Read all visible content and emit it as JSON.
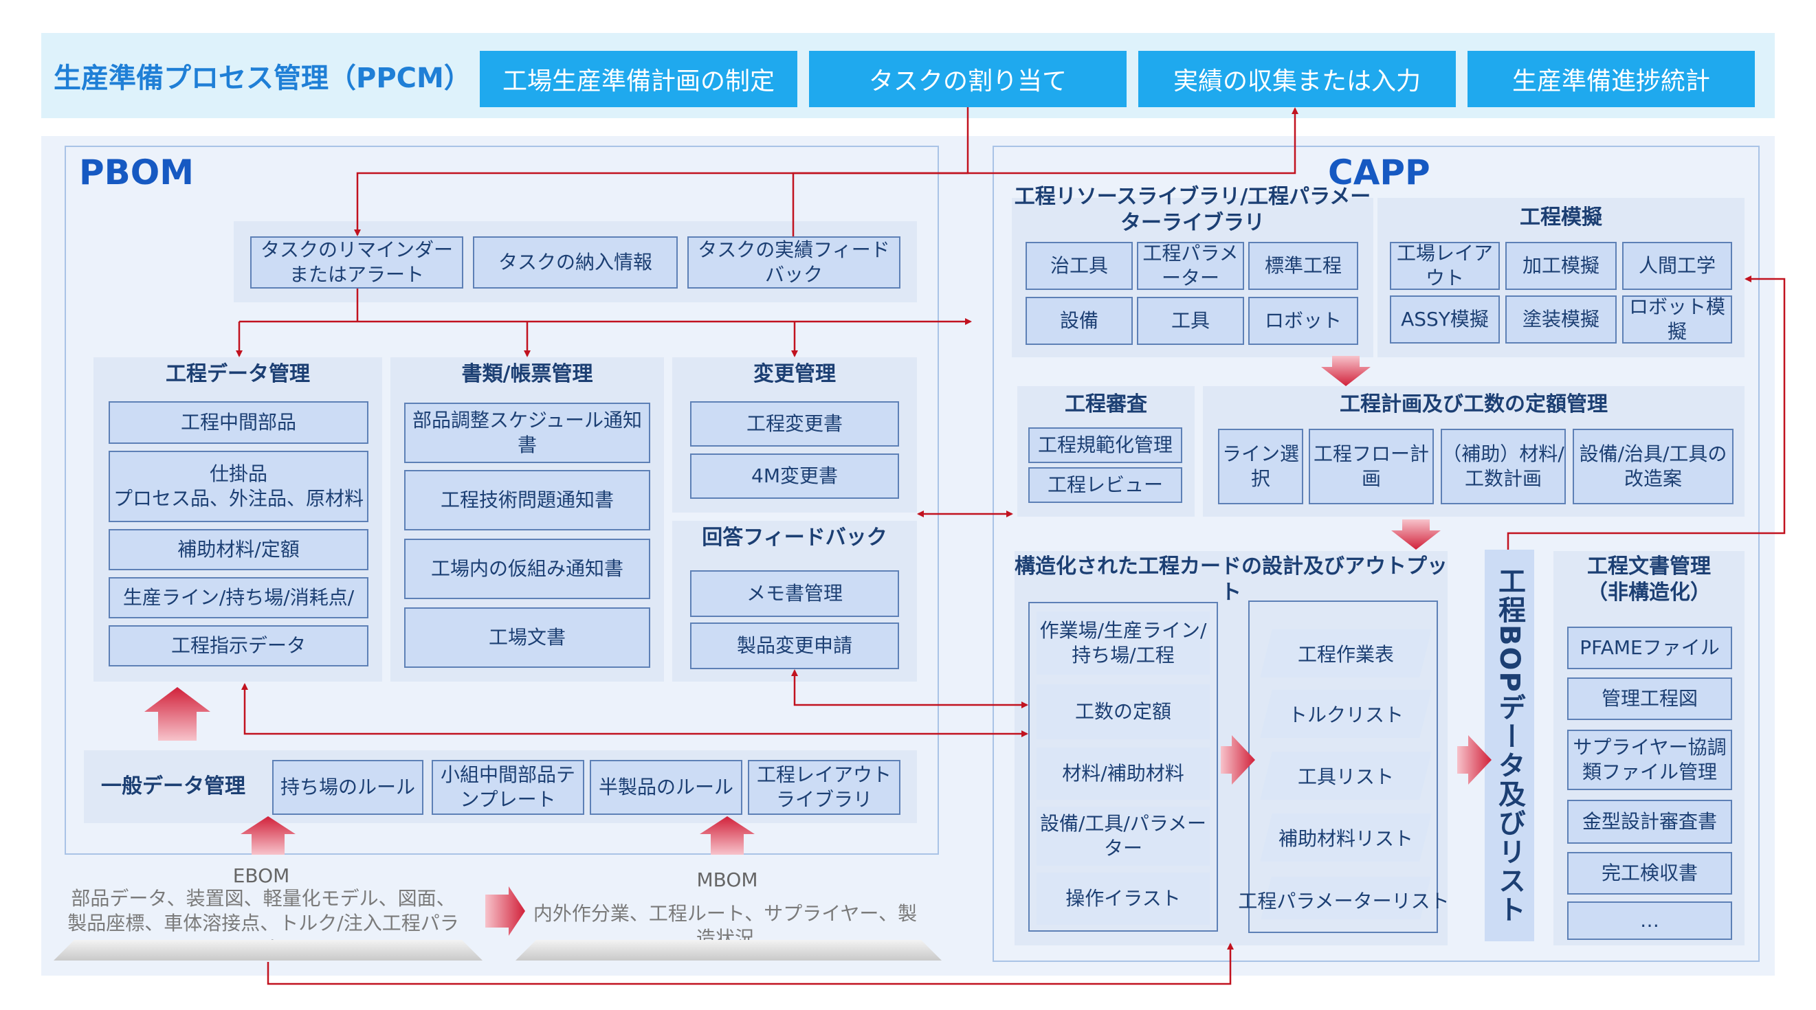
{
  "ppcm": {
    "title": "生産準備プロセス管理（PPCM）",
    "buttons": [
      "工場生産準備計画の制定",
      "タスクの割り当て",
      "実績の収集または入力",
      "生産準備進捗統計"
    ]
  },
  "pbom": {
    "title": "PBOM",
    "tasks": [
      "タスクのリマインダーまたはアラート",
      "タスクの納入情報",
      "タスクの実績フィードバック"
    ],
    "process_data": {
      "title": "工程データ管理",
      "items": [
        "工程中間部品",
        "仕掛品\nプロセス品、外注品、原材料",
        "補助材料/定額",
        "生産ライン/持ち場/消耗点/",
        "工程指示データ"
      ]
    },
    "documents": {
      "title": "書類/帳票管理",
      "items": [
        "部品調整スケジュール通知書",
        "工程技術問題通知書",
        "工場内の仮組み通知書",
        "工場文書"
      ]
    },
    "change": {
      "title": "変更管理",
      "items": [
        "工程変更書",
        "4M変更書"
      ]
    },
    "feedback": {
      "title": "回答フィードバック",
      "items": [
        "メモ書管理",
        "製品変更申請"
      ]
    },
    "general": {
      "title": "一般データ管理",
      "items": [
        "持ち場のルール",
        "小組中間部品テンプレート",
        "半製品のルール",
        "工程レイアウトライブラリ"
      ]
    }
  },
  "ebom": {
    "label": "EBOM",
    "text": "部品データ、装置図、軽量化モデル、図面、製品座標、車体溶接点、トルク/注入工程パラメーター"
  },
  "mbom": {
    "label": "MBOM",
    "text": "内外作分業、工程ルート、サプライヤー、製造状況"
  },
  "capp": {
    "title": "CAPP",
    "library": {
      "title": "工程リソースライブラリ/工程パラメーターライブラリ",
      "items": [
        "治工具",
        "工程パラメーター",
        "標準工程",
        "設備",
        "工具",
        "ロボット"
      ]
    },
    "simulation": {
      "title": "工程模擬",
      "items": [
        "工場レイアウト",
        "加工模擬",
        "人間工学",
        "ASSY模擬",
        "塗装模擬",
        "ロボット模擬"
      ]
    },
    "review": {
      "title": "工程審査",
      "items": [
        "工程規範化管理",
        "工程レビュー"
      ]
    },
    "planning": {
      "title": "工程計画及び工数の定額管理",
      "items": [
        "ライン選択",
        "工程フロー計画",
        "（補助）材料/工数計画",
        "設備/治具/工具の改造案"
      ]
    },
    "card": {
      "title": "構造化された工程カードの設計及びアウトプット",
      "inputs": [
        "作業場/生産ライン/持ち場/工程",
        "工数の定額",
        "材料/補助材料",
        "設備/工具/パラメーター",
        "操作イラスト"
      ],
      "outputs": [
        "工程作業表",
        "トルクリスト",
        "工具リスト",
        "補助材料リスト",
        "工程パラメーターリスト"
      ]
    },
    "bop": "工程BOPデータ及びリスト",
    "doc_mgmt": {
      "title": "工程文書管理\n（非構造化）",
      "items": [
        "PFAMEファイル",
        "管理工程図",
        "サプライヤー協調類ファイル管理",
        "金型設計審査書",
        "完工検収書",
        "…"
      ]
    }
  },
  "colors": {
    "arrow": "#c1121f",
    "accent": "#1fa9ee",
    "box_border": "#5d80b6"
  }
}
